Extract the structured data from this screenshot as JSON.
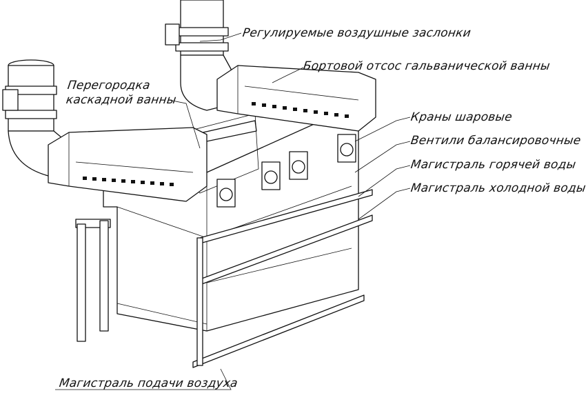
{
  "diagram": {
    "labels": {
      "dampers": "Регулируемые воздушные заслонки",
      "side_exhaust": "Бортовой отсос гальванической ванны",
      "partition_line1": "Перегородка",
      "partition_line2": "каскадной ванны",
      "ball_valves": "Краны шаровые",
      "balancing_valves": "Вентили балансировочные",
      "hot_water_main": "Магистраль горячей воды",
      "cold_water_main": "Магистраль холодной воды",
      "air_supply_main": "Магистраль подачи воздуха"
    }
  }
}
